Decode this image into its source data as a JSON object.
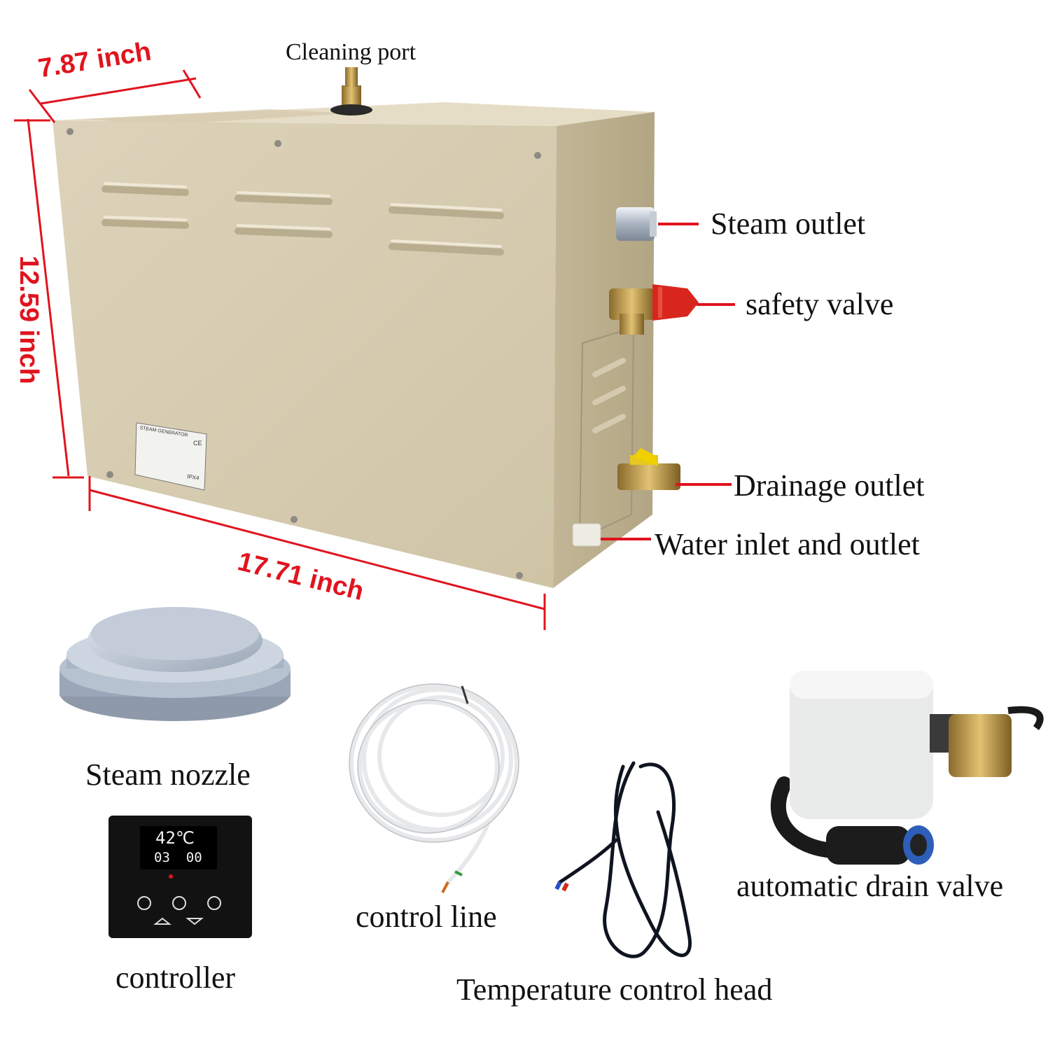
{
  "labels": {
    "cleaning_port": "Cleaning port",
    "steam_outlet": "Steam outlet",
    "safety_valve": "safety valve",
    "drainage_outlet": "Drainage outlet",
    "water_inlet": "Water inlet and outlet",
    "steam_nozzle": "Steam nozzle",
    "controller": "controller",
    "control_line": "control line",
    "temperature_head": "Temperature control head",
    "drain_valve": "automatic drain valve"
  },
  "dimensions": {
    "depth": "7.87 inch",
    "height": "12.59 inch",
    "width": "17.71 inch"
  },
  "nameplate": {
    "title": "STEAM GENERATOR",
    "rating": "IPX4",
    "mark": "CE"
  },
  "controller_display": {
    "temperature": "42℃",
    "time": "03  00"
  },
  "colors": {
    "accent": "#e0141e",
    "cabinet": "#d8cdb2",
    "background": "#ffffff"
  }
}
